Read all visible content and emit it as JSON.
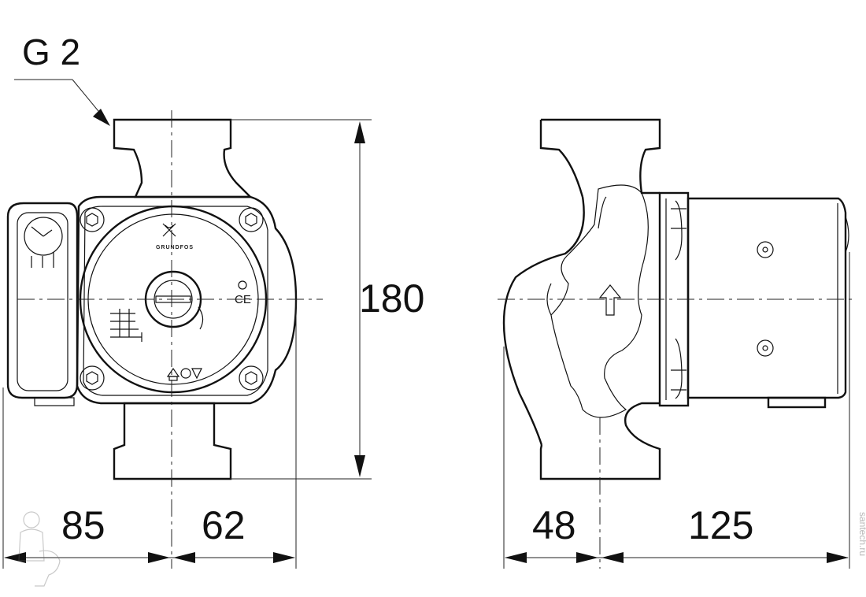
{
  "annotations": {
    "thread": "G 2",
    "height": "180",
    "front_left_width": "85",
    "front_right_width": "62",
    "side_left_width": "48",
    "side_right_width": "125"
  },
  "pump": {
    "brand": "GRUNDFOS",
    "mark": "CE"
  },
  "watermark": "santech.ru"
}
